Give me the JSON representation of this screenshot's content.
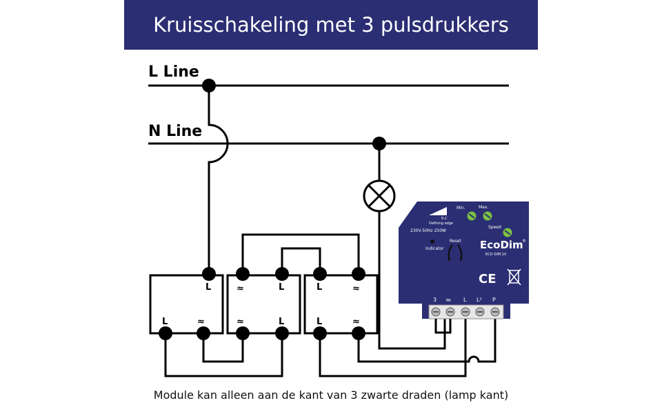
{
  "title": "Kruisschakeling met 3 pulsdrukkers",
  "caption": "Module kan alleen aan de kant van 3 zwarte draden (lamp kant)",
  "lines": {
    "l_line": "L Line",
    "n_line": "N Line"
  },
  "switch_labels": {
    "L": "L",
    "tilde": "≈"
  },
  "module": {
    "brand": "EcoDim",
    "registered": "®",
    "model": "ECO-DIM.10",
    "spec": "230V-50Hz  250W",
    "min_label": "Min.",
    "max_label": "Max.",
    "speed_label": "Speed",
    "rc_label": "R,C",
    "defining_edge": "Defining edge",
    "indicator_label": "Indicator",
    "reset_label": "Reset",
    "ce_mark": "CE",
    "terminals": [
      "3",
      "≈",
      "L",
      "L²",
      "P"
    ]
  },
  "colors": {
    "title_bg": "#2b2e73",
    "module_bg": "#2b2e73",
    "knob": "#7ac043"
  }
}
